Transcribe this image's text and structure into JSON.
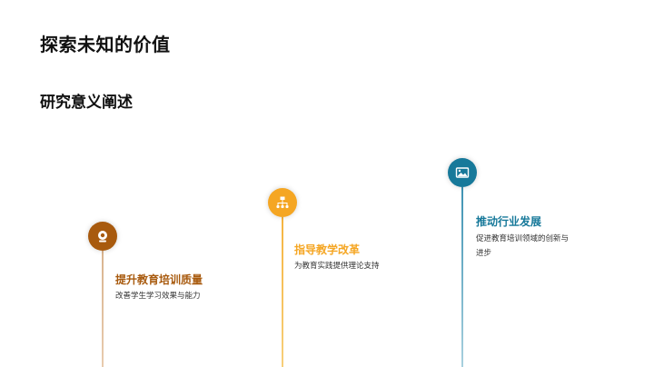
{
  "header": {
    "title": "探索未知的价值",
    "subtitle": "研究意义阐述"
  },
  "timeline": [
    {
      "icon": "webcam-icon",
      "color": "#A85A0E",
      "line_color": "#D9B48F",
      "heading": "提升教育培训质量",
      "description": "改善学生学习效果与能力"
    },
    {
      "icon": "sitemap-icon",
      "color": "#F5A623",
      "line_color": "#F5C35A",
      "heading": "指导教学改革",
      "description": "为教育实践提供理论支持"
    },
    {
      "icon": "image-icon",
      "color": "#17799A",
      "line_color": "#8CC3D6",
      "heading": "推动行业发展",
      "description": "促进教育培训领域的创新与进步"
    }
  ]
}
